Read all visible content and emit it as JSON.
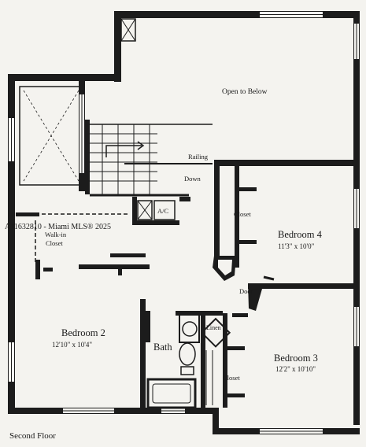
{
  "plan": {
    "floor_title": "Second Floor",
    "watermark": "A11632810 - Miami MLS® 2025",
    "labels": {
      "open_to_below": "Open to Below",
      "railing": "Railing",
      "down": "Down",
      "ac": "A/C",
      "closet_bed4": "Closet",
      "walkin_closet_line1": "Walk-in",
      "walkin_closet_line2": "Closet",
      "door": "Door",
      "linen": "Linen",
      "bath": "Bath",
      "closet_bed3": "Closet"
    },
    "rooms": [
      {
        "name": "Bedroom 4",
        "dims": "11'3\" x 10'0\""
      },
      {
        "name": "Bedroom 2",
        "dims": "12'10\" x 10'4\""
      },
      {
        "name": "Bedroom 3",
        "dims": "12'2\" x 10'10\""
      }
    ]
  }
}
